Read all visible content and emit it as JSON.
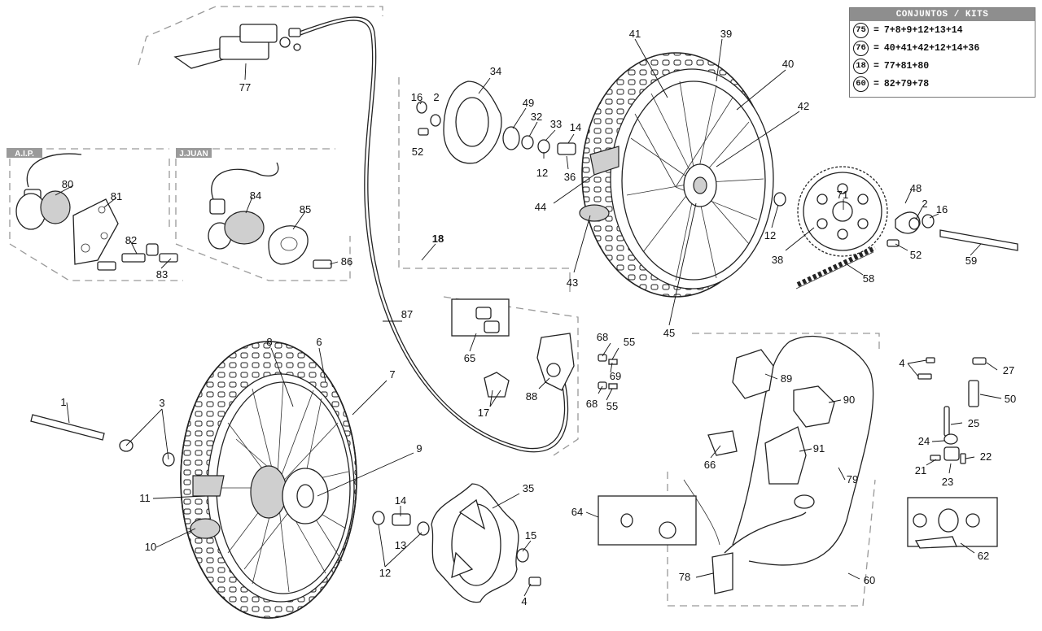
{
  "kits": {
    "title": "CONJUNTOS / KITS",
    "rows": [
      {
        "num": "75",
        "eq": "=",
        "parts": "7+8+9+12+13+14"
      },
      {
        "num": "76",
        "eq": "=",
        "parts": "40+41+42+12+14+36"
      },
      {
        "num": "18",
        "eq": "=",
        "parts": "77+81+80"
      },
      {
        "num": "60",
        "eq": "=",
        "parts": "82+79+78"
      }
    ]
  },
  "panels": {
    "aip": "A.I.P.",
    "jjuan": "J.JUAN"
  },
  "callouts": {
    "c1": "1",
    "c2a": "2",
    "c2b": "2",
    "c3": "3",
    "c4a": "4",
    "c4b": "4",
    "c6": "6",
    "c7": "7",
    "c8": "8",
    "c9": "9",
    "c10": "10",
    "c11": "11",
    "c12a": "12",
    "c12b": "12",
    "c12c": "12",
    "c13": "13",
    "c14a": "14",
    "c14b": "14",
    "c15": "15",
    "c16a": "16",
    "c16b": "16",
    "c17": "17",
    "c18": "18",
    "c21": "21",
    "c22": "22",
    "c23": "23",
    "c24": "24",
    "c25": "25",
    "c27": "27",
    "c32": "32",
    "c33": "33",
    "c34": "34",
    "c35": "35",
    "c36": "36",
    "c38": "38",
    "c39": "39",
    "c40": "40",
    "c41": "41",
    "c42": "42",
    "c43": "43",
    "c44": "44",
    "c45": "45",
    "c48": "48",
    "c49": "49",
    "c50": "50",
    "c52a": "52",
    "c52b": "52",
    "c55a": "55",
    "c55b": "55",
    "c58": "58",
    "c59": "59",
    "c60": "60",
    "c62": "62",
    "c64": "64",
    "c65": "65",
    "c66": "66",
    "c68a": "68",
    "c68b": "68",
    "c69": "69",
    "c71": "71",
    "c77": "77",
    "c78": "78",
    "c79": "79",
    "c80": "80",
    "c81": "81",
    "c82": "82",
    "c83": "83",
    "c84": "84",
    "c85": "85",
    "c86": "86",
    "c87": "87",
    "c88": "88",
    "c89": "89",
    "c90": "90",
    "c91": "91"
  }
}
